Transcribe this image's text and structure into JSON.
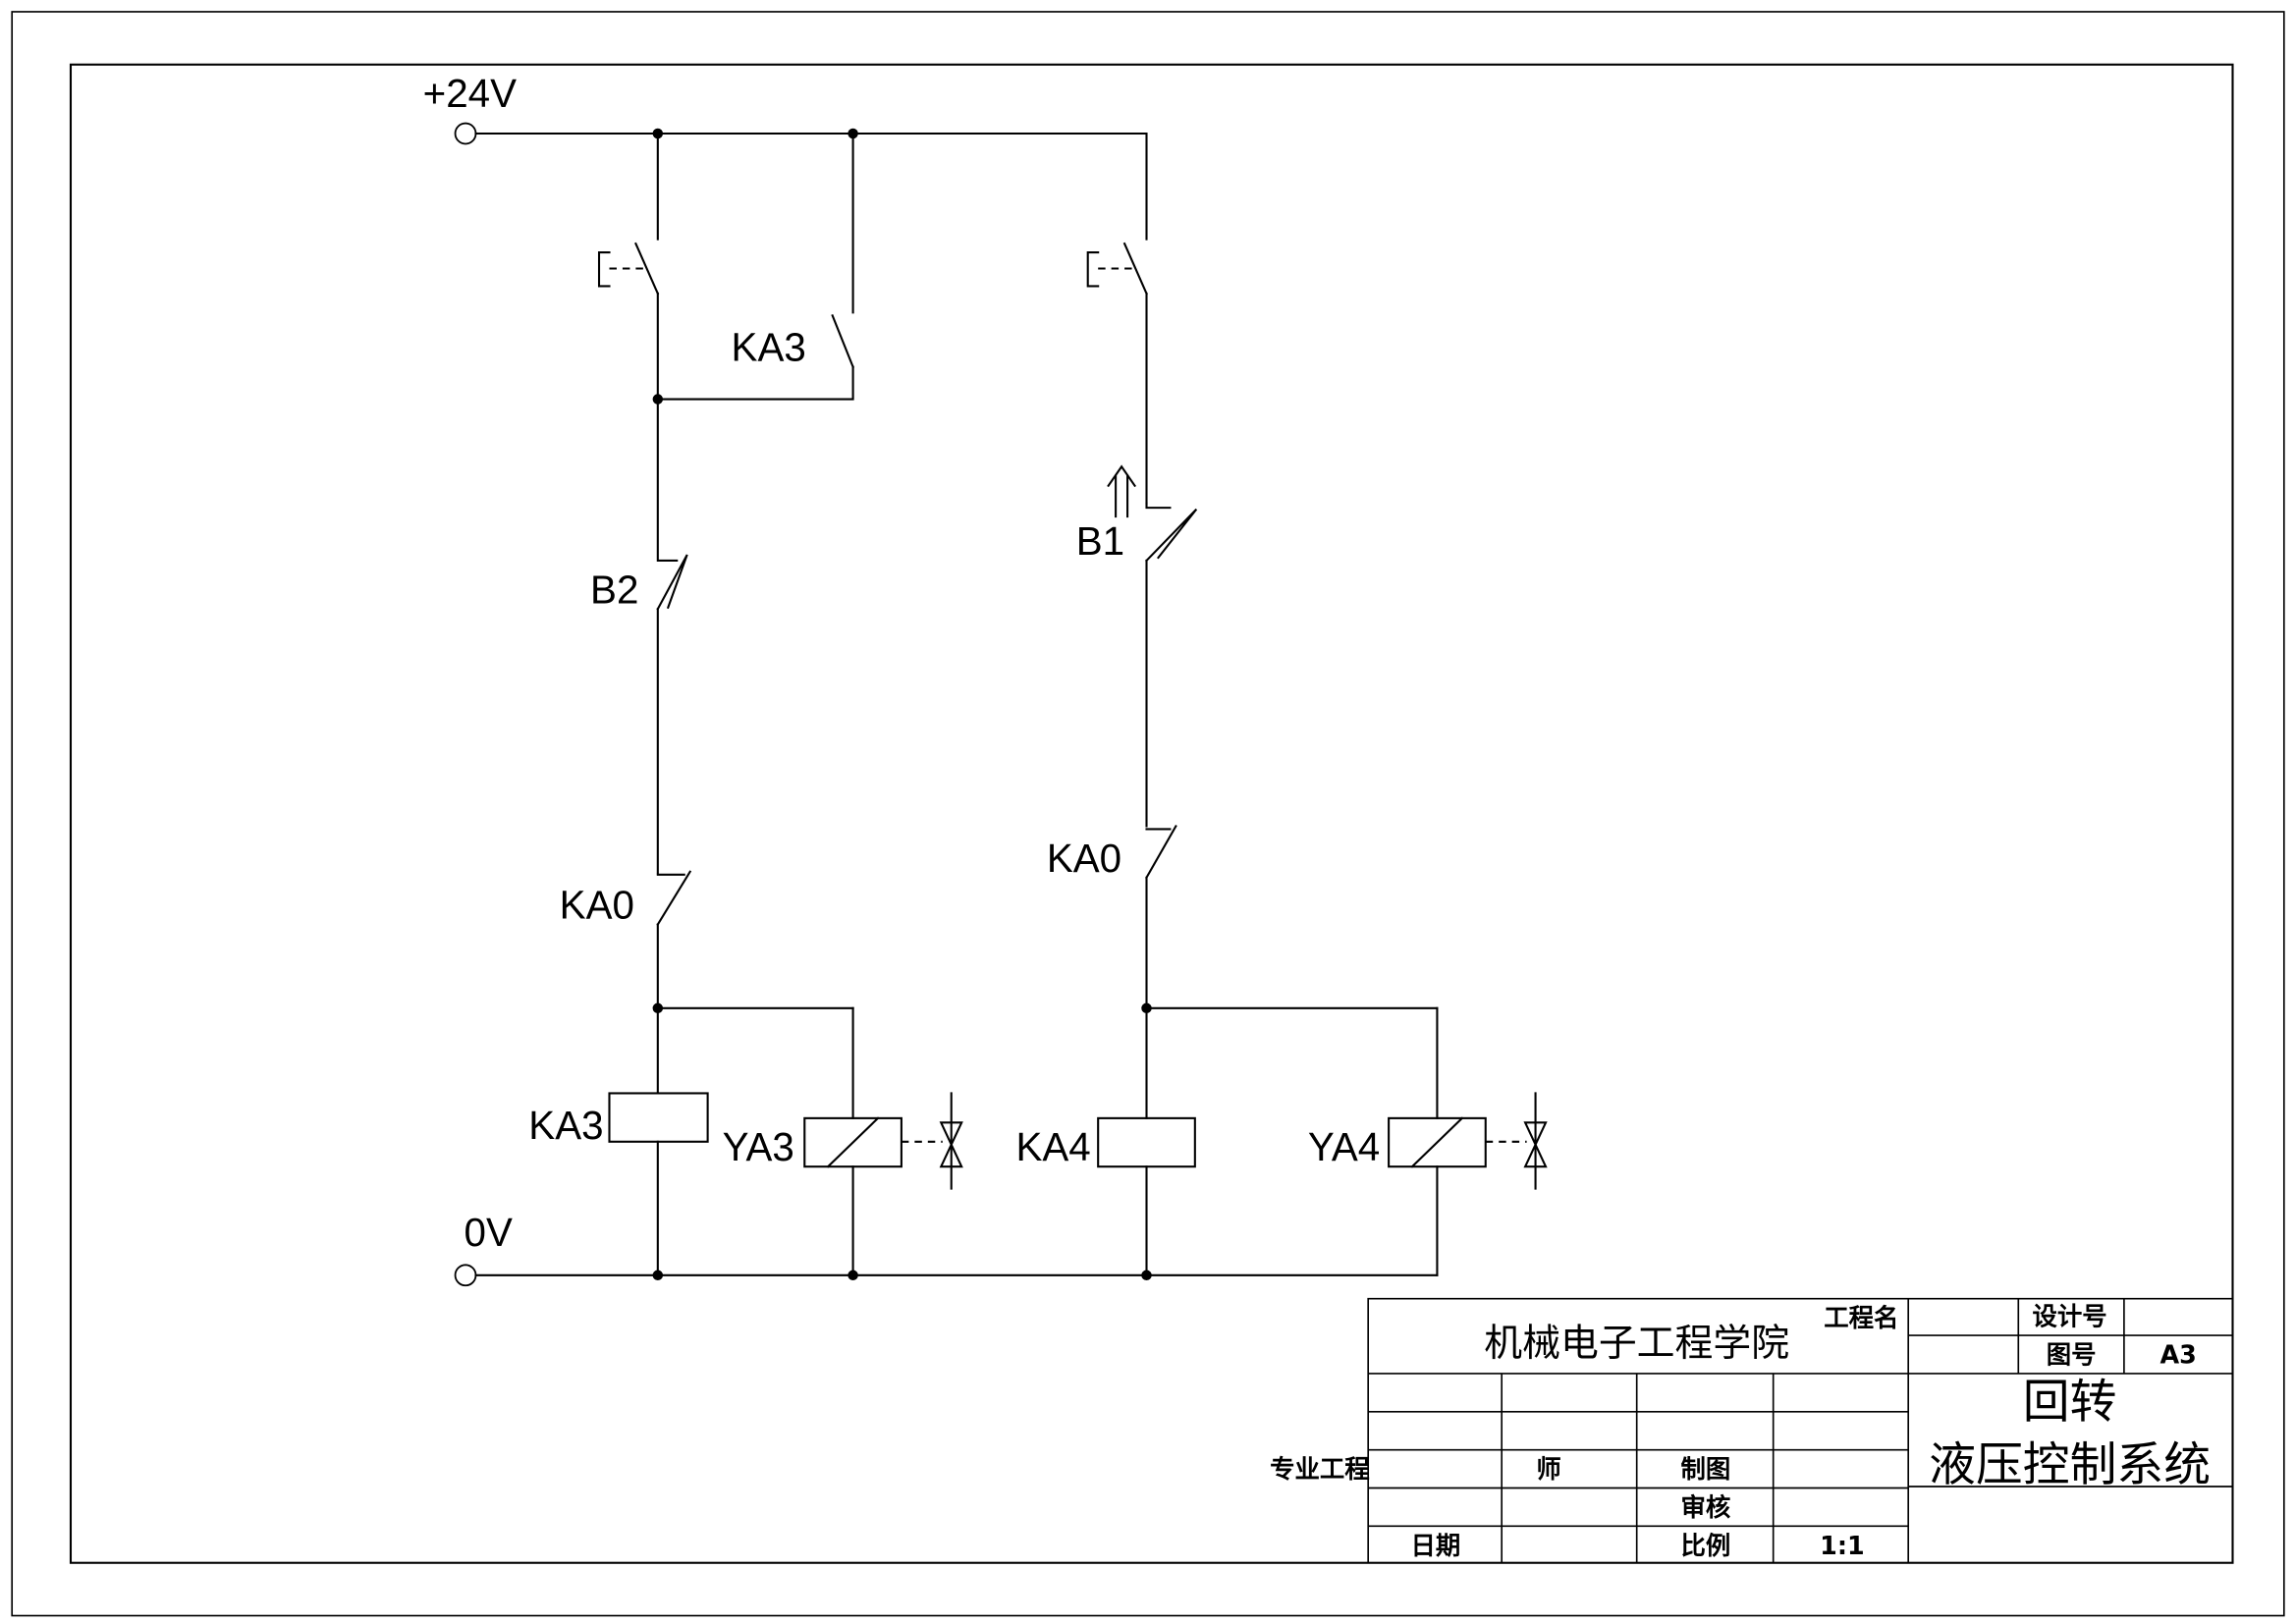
{
  "supply": {
    "positive": "+24V",
    "ground": "0V"
  },
  "labels": {
    "ka3_contact": "KA3",
    "b2": "B2",
    "ka0_left": "KA0",
    "b1": "B1",
    "ka0_right": "KA0",
    "ka3_coil": "KA3",
    "ya3": "YA3",
    "ka4_coil": "KA4",
    "ya4": "YA4"
  },
  "title_block": {
    "institute": "机械电子工程学院",
    "project_name_label": "工程名",
    "design_no_label": "设计号",
    "drawing_no_label": "图号",
    "drawing_no": "A3",
    "title_line1": "回转",
    "title_line2": "液压控制系统",
    "major_label": "专业工程",
    "teacher_label": "师",
    "drawn_label": "制图",
    "checked_label": "审核",
    "date_label": "日期",
    "scale_label": "比例",
    "scale": "1:1"
  },
  "colors": {
    "line": "#000000",
    "background": "#ffffff"
  }
}
